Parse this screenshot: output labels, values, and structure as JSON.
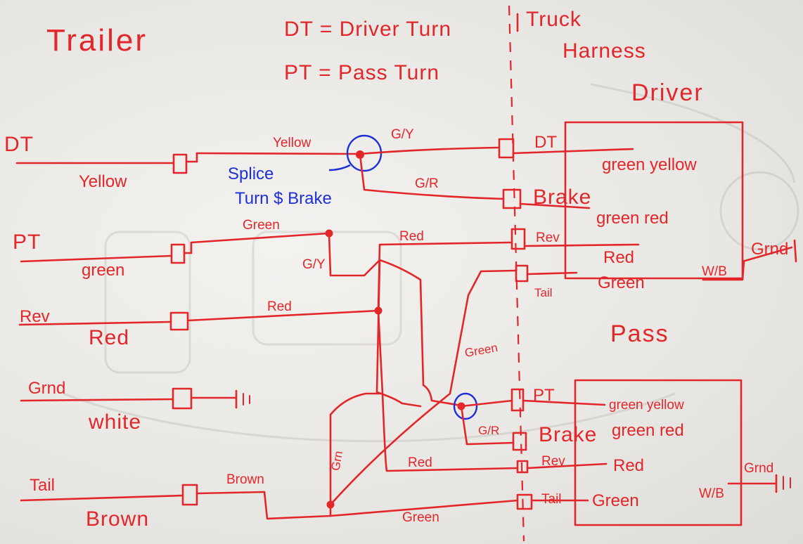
{
  "title": "Trailer",
  "legend": {
    "dt": "DT = Driver Turn",
    "pt": "PT = Pass Turn"
  },
  "truck_title": {
    "line1": "Truck",
    "line2": "Harness"
  },
  "sides": {
    "driver": "Driver",
    "pass": "Pass"
  },
  "trailer_wires": [
    {
      "name": "DT",
      "color": "Yellow"
    },
    {
      "name": "PT",
      "color": "green"
    },
    {
      "name": "Rev",
      "color": "Red"
    },
    {
      "name": "Grnd",
      "color": "white"
    },
    {
      "name": "Tail",
      "color": "Brown"
    }
  ],
  "splice_note": {
    "line1": "Splice",
    "line2": "Turn $ Brake"
  },
  "wire_labels": {
    "yellow": "Yellow",
    "gy_top": "G/Y",
    "gr_top": "G/R",
    "green": "Green",
    "gy_mid": "G/Y",
    "red_top": "Red",
    "red_mid": "Red",
    "green_diag": "Green",
    "brown": "Brown",
    "grn_vert": "Grn",
    "gr_bottom": "G/R",
    "red_bottom": "Red",
    "green_bottom": "Green"
  },
  "driver_harness": {
    "connectors": [
      "DT",
      "Brake",
      "Rev",
      "Tail"
    ],
    "wires": [
      "green yellow",
      "green red",
      "Red",
      "Green"
    ],
    "ground_color": "W/B",
    "ground_label": "Grnd"
  },
  "pass_harness": {
    "connectors": [
      "PT",
      "Brake",
      "Rev",
      "Tail"
    ],
    "wires": [
      "green yellow",
      "green red",
      "Red",
      "Green"
    ],
    "ground_color": "W/B",
    "ground_label": "Grnd"
  }
}
